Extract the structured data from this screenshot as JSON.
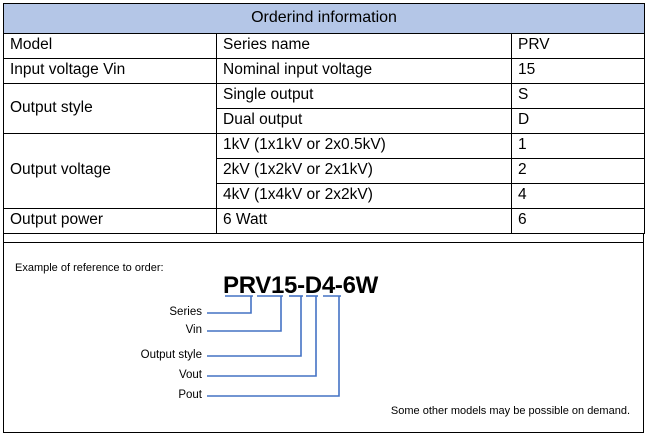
{
  "table": {
    "title": "Orderind information",
    "rows": [
      {
        "param": "Model",
        "param_rowspan": 1,
        "desc": "Series name",
        "code": "PRV"
      },
      {
        "param": "Input voltage Vin",
        "param_rowspan": 1,
        "desc": "Nominal input voltage",
        "code": "15"
      },
      {
        "param": "Output style",
        "param_rowspan": 2,
        "desc": "Single output",
        "code": "S"
      },
      {
        "param": null,
        "param_rowspan": 0,
        "desc": "Dual output",
        "code": "D"
      },
      {
        "param": "Output voltage",
        "param_rowspan": 3,
        "desc": "1kV (1x1kV or 2x0.5kV)",
        "code": "1"
      },
      {
        "param": null,
        "param_rowspan": 0,
        "desc": "2kV (1x2kV or 2x1kV)",
        "code": "2"
      },
      {
        "param": null,
        "param_rowspan": 0,
        "desc": "4kV (1x4kV or 2x2kV)",
        "code": "4"
      },
      {
        "param": "Output power",
        "param_rowspan": 1,
        "desc": "6 Watt",
        "code": "6"
      }
    ]
  },
  "example": {
    "caption": "Example of reference to order:",
    "part_number": "PRV15-D4-6W",
    "callouts": [
      {
        "label": "Series"
      },
      {
        "label": "Vin"
      },
      {
        "label": "Output style"
      },
      {
        "label": "Vout"
      },
      {
        "label": "Pout"
      }
    ],
    "footnote": "Some other models may be possible on demand."
  },
  "colors": {
    "header_fill": "#b4c6e7",
    "leader_line": "#4472c4",
    "border": "#000000"
  }
}
